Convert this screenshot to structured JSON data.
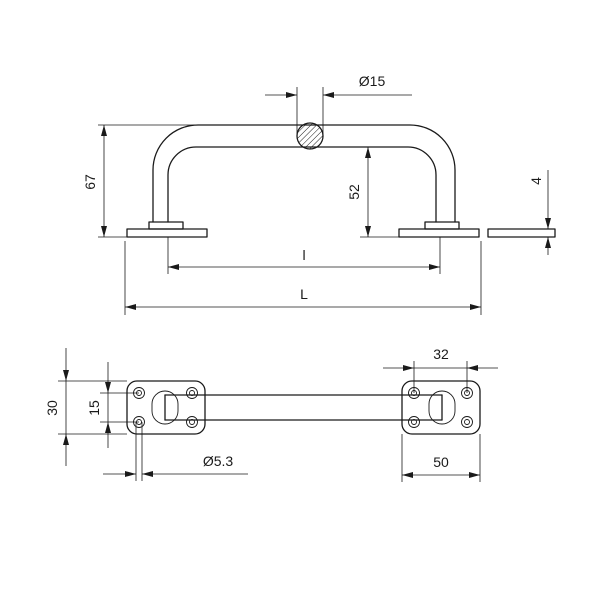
{
  "drawing": {
    "title": "",
    "front_view": {
      "diameter_label": "Ø15",
      "height_label": "67",
      "inner_height_label": "52",
      "plate_thickness_label": "4",
      "inner_length_label": "l",
      "overall_length_label": "L"
    },
    "top_view": {
      "plate_height_label": "30",
      "hole_spacing_v_label": "15",
      "hole_diameter_label": "Ø5.3",
      "hole_spacing_h_label": "32",
      "plate_length_label": "50"
    }
  }
}
